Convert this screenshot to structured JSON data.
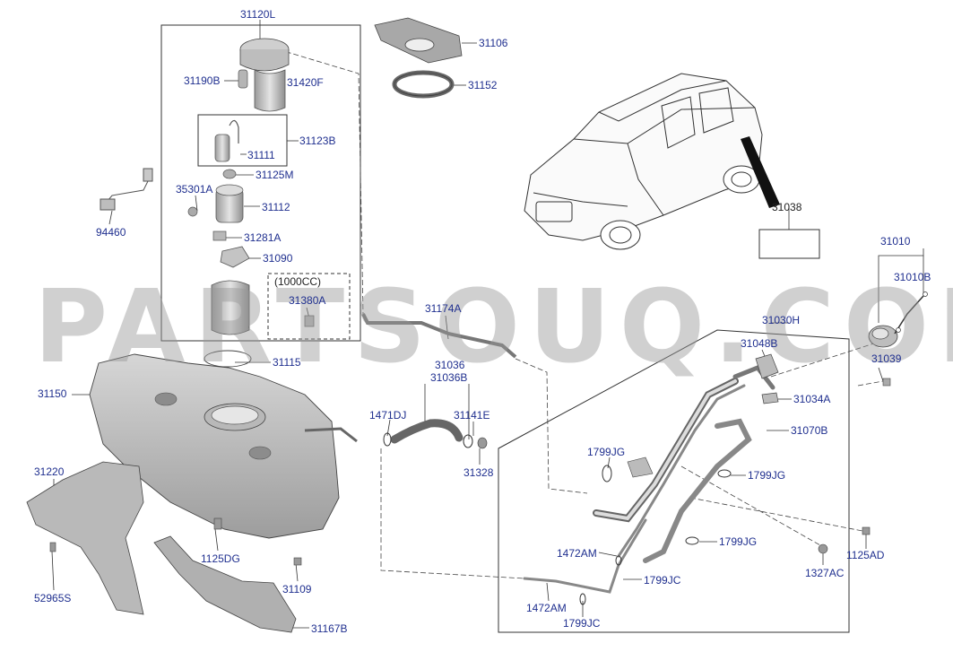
{
  "watermark": "PARTSOUQ.COM",
  "colors": {
    "label": "#1f2f8f",
    "line": "#333333",
    "watermark": "#9a9a9a"
  },
  "labels": {
    "p31120L": "31120L",
    "p31190B": "31190B",
    "p31420F": "31420F",
    "p31123B": "31123B",
    "p31111": "31111",
    "p31125M": "31125M",
    "p35301A": "35301A",
    "p31112": "31112",
    "p31281A": "31281A",
    "p31090": "31090",
    "p1000cc": "(1000CC)",
    "p31380A": "31380A",
    "p94460": "94460",
    "p31106": "31106",
    "p31152": "31152",
    "p31038": "31038",
    "p31010": "31010",
    "p31010B": "31010B",
    "p31174A": "31174A",
    "p31030H": "31030H",
    "p31048B": "31048B",
    "p31039": "31039",
    "p31115": "31115",
    "p31150": "31150",
    "p31036": "31036",
    "p31036B": "31036B",
    "p1471DJ": "1471DJ",
    "p31141E": "31141E",
    "p31034A": "31034A",
    "p31070B": "31070B",
    "p1799JG_a": "1799JG",
    "p1799JG_b": "1799JG",
    "p31328": "31328",
    "p31220": "31220",
    "p1125DG": "1125DG",
    "p1799JG_c": "1799JG",
    "p1125AD": "1125AD",
    "p1472AM_a": "1472AM",
    "p1327AC": "1327AC",
    "p1799JC_a": "1799JC",
    "p31109": "31109",
    "p52965S": "52965S",
    "p1472AM_b": "1472AM",
    "p1799JC_b": "1799JC",
    "p31167B": "31167B"
  }
}
